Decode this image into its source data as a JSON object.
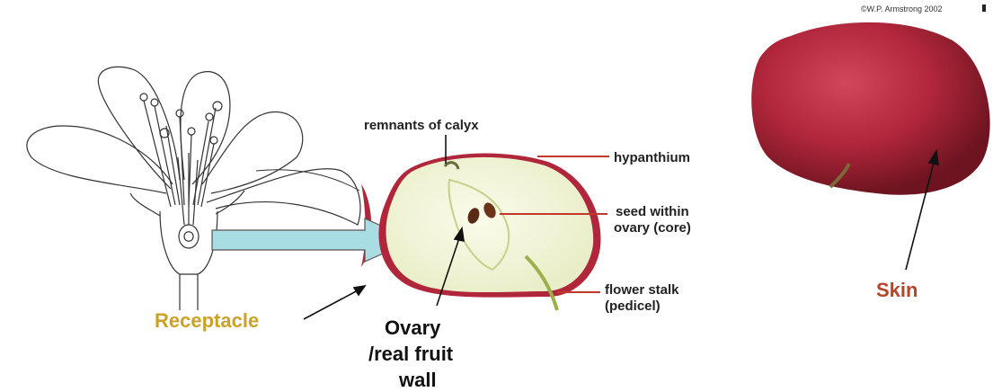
{
  "copyright": "©W.P. Armstrong 2002",
  "labels": {
    "remnants_of_calyx": "remnants of calyx",
    "hypanthium": "hypanthium",
    "seed_line1": "seed within",
    "seed_line2": "ovary (core)",
    "stalk_line1": "flower stalk",
    "stalk_line2": "(pedicel)",
    "receptacle": "Receptacle",
    "ovary_line1": "Ovary",
    "ovary_line2": "/real fruit",
    "ovary_line3": "wall",
    "skin": "Skin"
  },
  "colors": {
    "receptacle_label": "#c9a227",
    "skin_label": "#b5452a",
    "pointer_line": "#c0392b",
    "arrow_fill": "#a8dde4",
    "apple_red": "#b0263a",
    "apple_flesh": "#f3f3dc"
  }
}
